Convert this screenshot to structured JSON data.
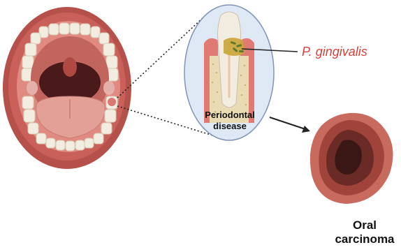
{
  "labels": {
    "bacteria": "P. gingivalis",
    "disease_line1": "Periodontal",
    "disease_line2": "disease",
    "carcinoma_line1": "Oral",
    "carcinoma_line2": "carcinoma"
  },
  "colors": {
    "lip": "#b5504a",
    "mouth_interior": "#4a1a1a",
    "tongue": "#e3a096",
    "tooth": "#f3ece0",
    "zoom_bg": "#dfe9f6",
    "gum": "#e07a72",
    "bone": "#e9dcb5",
    "plaque": "#c9a538",
    "bacteria": "#5f7a2c",
    "label_red": "#d8403a",
    "tumor": "#a0433a"
  }
}
